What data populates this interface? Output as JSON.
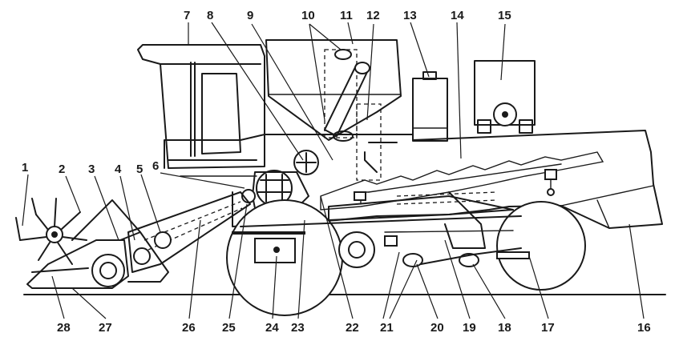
{
  "diagram": {
    "callouts": [
      "1",
      "2",
      "3",
      "4",
      "5",
      "6",
      "7",
      "8",
      "9",
      "10",
      "11",
      "12",
      "13",
      "14",
      "15",
      "16",
      "17",
      "18",
      "19",
      "20",
      "21",
      "22",
      "23",
      "24",
      "25",
      "26",
      "27",
      "28"
    ]
  },
  "colors": {
    "ink": "#1a1a1a",
    "paper": "#ffffff"
  }
}
